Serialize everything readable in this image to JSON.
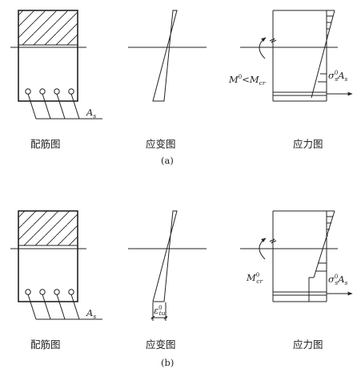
{
  "figure": {
    "top": {
      "captions": {
        "reinforcement": "配筋图",
        "strain": "应变图",
        "stress": "应力图"
      },
      "sublabel": "(a)",
      "steel_label": {
        "main": "A",
        "sub": "s"
      },
      "moment_label": {
        "m": "M",
        "m_sup": "0",
        "op": "<",
        "m2": "M",
        "m2_sub": "cr"
      },
      "stress_label": {
        "sigma": "σ",
        "sigma_sub": "s",
        "sigma_sup": "0",
        "a": "A",
        "a_sub": "s"
      }
    },
    "bottom": {
      "captions": {
        "reinforcement": "配筋图",
        "strain": "应变图",
        "stress": "应力图"
      },
      "sublabel": "(b)",
      "steel_label": {
        "main": "A",
        "sub": "s"
      },
      "strain_label": {
        "eps": "ε",
        "eps_sub": "tu",
        "eps_sup": "0"
      },
      "moment_label": {
        "m": "M",
        "m_sup": "0",
        "m_sub": "cr"
      },
      "stress_label": {
        "sigma": "σ",
        "sigma_sub": "s",
        "sigma_sup": "0",
        "a": "A",
        "a_sub": "s"
      }
    }
  }
}
